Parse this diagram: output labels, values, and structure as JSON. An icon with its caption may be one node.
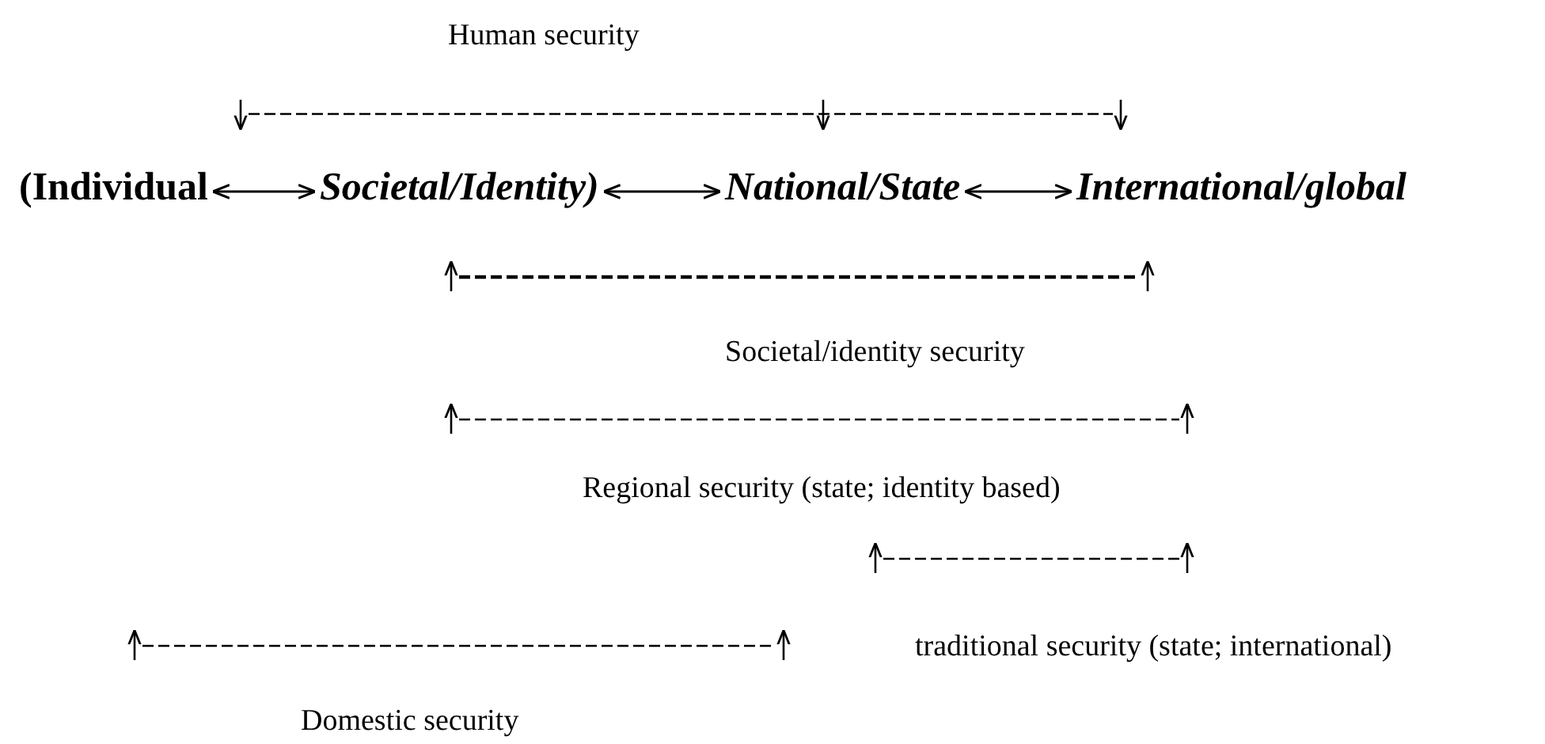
{
  "diagram": {
    "nodes": [
      {
        "text": [
          "(Individual"
        ]
      },
      {
        "text": [
          "Societal/Identity)"
        ]
      },
      {
        "text": [
          "National/State"
        ]
      },
      {
        "text": [
          "International/global"
        ]
      }
    ],
    "edges": [
      {
        "from": 0,
        "to": 1,
        "arrow": "both"
      },
      {
        "from": 1,
        "to": 2,
        "arrow": "both"
      },
      {
        "from": 2,
        "to": 3,
        "arrow": "both"
      }
    ],
    "labels": [
      "Human security",
      "Societal/identity security",
      "Regional security (state; identity based)",
      "traditional security (state; international)",
      "Domestic security"
    ]
  }
}
